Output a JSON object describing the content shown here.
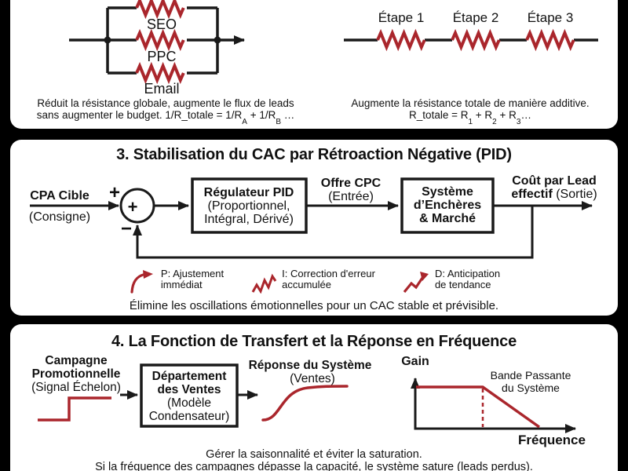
{
  "colors": {
    "accent_red": "#AA262C",
    "line_black": "#1a1a1a",
    "panel_white": "#ffffff",
    "background": "#000000"
  },
  "panel1": {
    "parallel": {
      "labels": [
        "SEO",
        "PPC",
        "Email"
      ],
      "caption_line1": "Réduit la résistance globale, augmente le flux de leads",
      "formula": {
        "t1": "sans augmenter le budget. 1/R_totale = 1/R",
        "s1": "A",
        "t2": " + 1/R",
        "s2": "B",
        "t3": " …"
      }
    },
    "series": {
      "labels": [
        "Étape 1",
        "Étape 2",
        "Étape 3"
      ],
      "caption_line1": "Augmente la résistance totale de manière additive.",
      "formula": {
        "t1": "R_totale = R",
        "s1": "1",
        "t2": " + R",
        "s2": "2",
        "t3": " + R",
        "s3": "3",
        "t4": "…"
      }
    }
  },
  "panel3": {
    "title": "3. Stabilisation du CAC par Rétroaction Négative (PID)",
    "diagram": {
      "input_label": "CPA Cible",
      "input_sub": "(Consigne)",
      "plus_outer": "+",
      "plus_inner": "+",
      "minus": "−",
      "pid_box": [
        "Régulateur PID",
        "(Proportionnel,",
        "Intégral, Dérivé)"
      ],
      "cpc_label": "Offre CPC",
      "cpc_sub": "(Entrée)",
      "market_box": [
        "Système",
        "d’Enchères",
        "& Marché"
      ],
      "output_line1": "Coût par Lead",
      "output_bold2": "effectif",
      "output_sub2": " (Sortie)"
    },
    "legend": [
      {
        "label1": "P: Ajustement",
        "label2": "immédiat"
      },
      {
        "label1": "I: Correction d'erreur",
        "label2": "accumulée"
      },
      {
        "label1": "D: Anticipation",
        "label2": "de tendance"
      }
    ],
    "caption": "Élimine les oscillations émotionnelles pour un CAC stable et prévisible."
  },
  "panel4": {
    "title": "4. La Fonction de Transfert et la Réponse en Fréquence",
    "diagram": {
      "input_lines": [
        "Campagne",
        "Promotionnelle",
        "(Signal Échelon)"
      ],
      "box_lines": [
        "Département",
        "des Ventes",
        "(Modèle",
        "Condensateur)"
      ],
      "response_label": "Réponse du Système",
      "response_sub": "(Ventes)",
      "gain_label": "Gain",
      "freq_label": "Fréquence",
      "band_label1": "Bande Passante",
      "band_label2": "du Système"
    },
    "caption_line1": "Gérer la saisonnalité et éviter la saturation.",
    "caption_line2": "Si la fréquence des campagnes dépasse la capacité, le système sature (leads perdus)."
  }
}
